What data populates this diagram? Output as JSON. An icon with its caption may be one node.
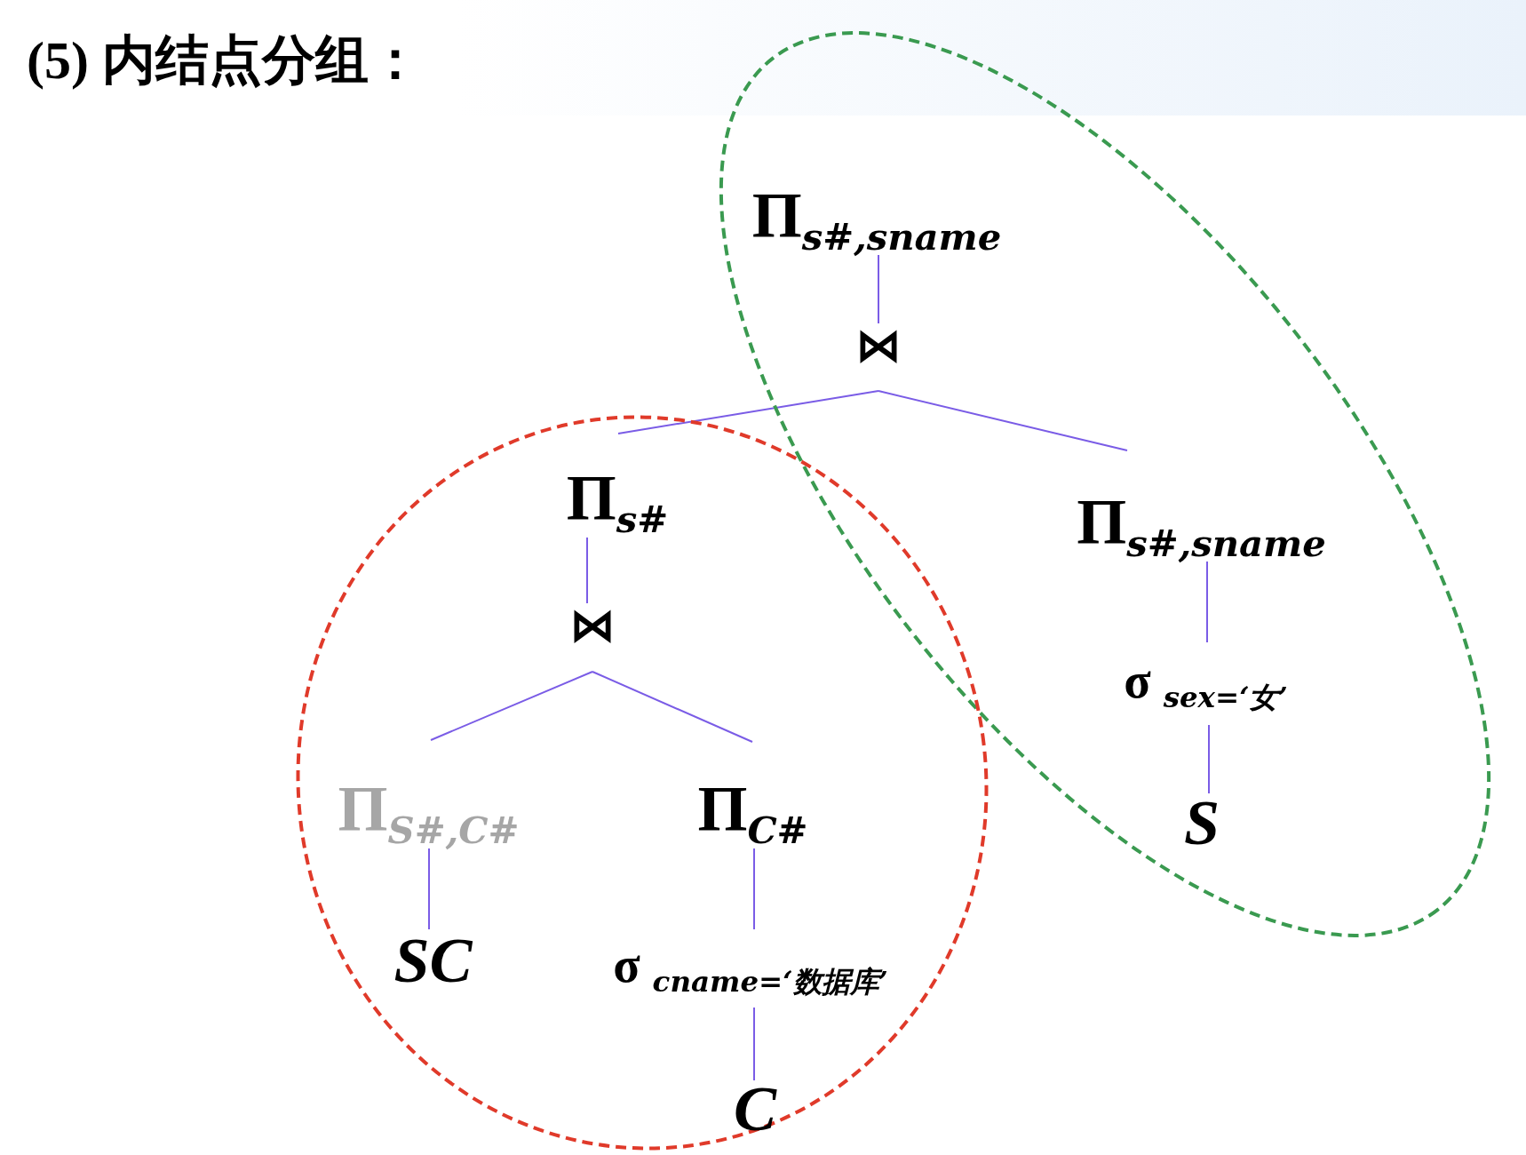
{
  "diagram": {
    "title": "(5) 内结点分组：",
    "nodes": [
      {
        "text": [],
        "shape": "ellipse"
      },
      {
        "text": [
          "Π$_{s#,sname}$"
        ],
        "in": 0
      },
      {
        "text": [
          "⋈"
        ],
        "in": 0
      },
      {
        "text": [
          "Π$_{s#,sname}$"
        ],
        "in": 0
      },
      {
        "text": [
          "σ $_{sex=‘女’}$"
        ],
        "in": 0
      },
      {
        "text": [
          "S"
        ],
        "in": 0
      },
      {
        "text": [],
        "shape": "ellipse"
      },
      {
        "text": [
          "Π$_{s#}$"
        ],
        "in": 6
      },
      {
        "text": [
          "⋈"
        ],
        "in": 6
      },
      {
        "text": [
          "Π$_{S#,C#}$"
        ],
        "in": 6
      },
      {
        "text": [
          "Π$_{C#}$"
        ],
        "in": 6
      },
      {
        "text": [
          "SC"
        ],
        "in": 6
      },
      {
        "text": [
          "σ $_{cname=‘数据库’}$"
        ],
        "in": 6
      },
      {
        "text": [
          "C"
        ],
        "in": 6
      }
    ],
    "edges": [
      {
        "from": 1,
        "to": 2,
        "arrow": "none"
      },
      {
        "from": 2,
        "to": 7,
        "arrow": "none"
      },
      {
        "from": 2,
        "to": 3,
        "arrow": "none"
      },
      {
        "from": 3,
        "to": 4,
        "arrow": "none"
      },
      {
        "from": 4,
        "to": 5,
        "arrow": "none"
      },
      {
        "from": 7,
        "to": 8,
        "arrow": "none"
      },
      {
        "from": 8,
        "to": 9,
        "arrow": "none"
      },
      {
        "from": 8,
        "to": 10,
        "arrow": "none"
      },
      {
        "from": 9,
        "to": 11,
        "arrow": "none"
      },
      {
        "from": 10,
        "to": 12,
        "arrow": "none"
      },
      {
        "from": 12,
        "to": 13,
        "arrow": "none"
      }
    ]
  }
}
